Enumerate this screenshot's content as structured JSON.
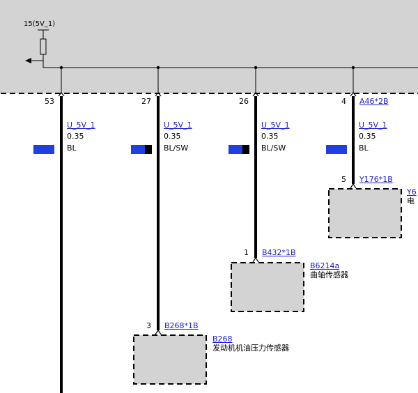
{
  "colors": {
    "background": "#ffffff",
    "module_fill": "#d3d3d3",
    "wire": "#000000",
    "link": "#1a1acc",
    "blue": "#1f3fe0",
    "black": "#000000"
  },
  "supply": {
    "label": "15(5V_1)"
  },
  "wires": [
    {
      "pin": "53",
      "signal": "U_5V_1",
      "gauge": "0.35",
      "color_code": "BL",
      "swatch": [
        "blue"
      ]
    },
    {
      "pin": "27",
      "signal": "U_5V_1",
      "gauge": "0.35",
      "color_code": "BL/SW",
      "swatch": [
        "blue",
        "black"
      ]
    },
    {
      "pin": "26",
      "signal": "U_5V_1",
      "gauge": "0.35",
      "color_code": "BL/SW",
      "swatch": [
        "blue",
        "black"
      ]
    },
    {
      "pin": "4",
      "connector": "A46*2B",
      "signal": "U_5V_1",
      "gauge": "0.35",
      "color_code": "BL",
      "swatch": [
        "blue"
      ]
    }
  ],
  "components": [
    {
      "pin": "5",
      "connector": "Y176*1B",
      "id": "Y6",
      "desc": "电"
    },
    {
      "pin": "1",
      "connector": "B432*1B",
      "id": "B6214a",
      "desc": "曲轴传感器"
    },
    {
      "pin": "3",
      "connector": "B268*1B",
      "id": "B268",
      "desc": "发动机机油压力传感器"
    }
  ]
}
